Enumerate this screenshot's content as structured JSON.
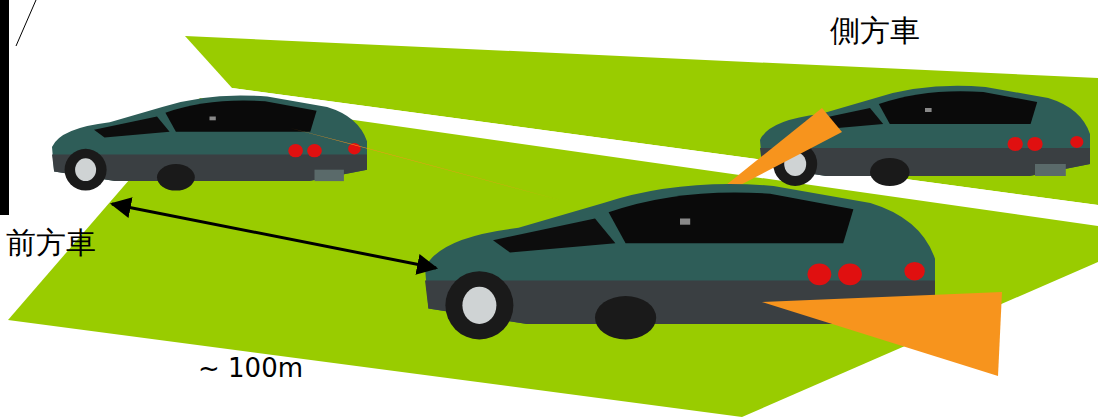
{
  "diagram": {
    "labels": [
      "側方車",
      "前方車",
      "~ 100m"
    ]
  }
}
